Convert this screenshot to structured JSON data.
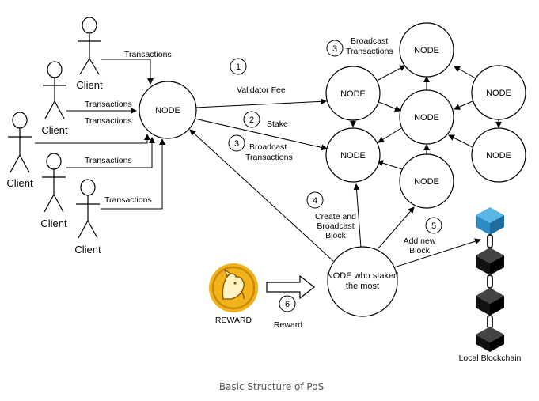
{
  "clients": [
    "Client",
    "Client",
    "Client",
    "Client",
    "Client"
  ],
  "edge_labels": {
    "tx1": "Transactions",
    "tx2": "Transactions",
    "tx3": "Transactions",
    "tx4": "Transactions",
    "tx5": "Transactions"
  },
  "nodes": {
    "main": "NODE",
    "n_top": "NODE",
    "n_left_upper": "NODE",
    "n_mid": "NODE",
    "n_right": "NODE",
    "n_left_lower": "NODE",
    "n_bottom": "NODE",
    "n_bottom_right": "NODE",
    "staker_line1": "NODE who staked",
    "staker_line2": "the most"
  },
  "steps": {
    "s1_num": "1",
    "s1_label": "Validator Fee",
    "s2_num": "2",
    "s2_label": "Stake",
    "s3a_num": "3",
    "s3a_line1": "Broadcast",
    "s3a_line2": "Transactions",
    "s3b_num": "3",
    "s3b_line1": "Broadcast",
    "s3b_line2": "Transactions",
    "s4_num": "4",
    "s4_line1": "Create and",
    "s4_line2": "Broadcast",
    "s4_line3": "Block",
    "s5_num": "5",
    "s5_line1": "Add new",
    "s5_line2": "Block",
    "s6_num": "6",
    "s6_label": "Reward"
  },
  "reward_label": "REWARD",
  "chain_label": "Local Blockchain",
  "caption": "Basic Structure of PoS",
  "colors": {
    "coin": "#f2b21a",
    "coin_dark": "#c98a0a",
    "first_block": "#2b8cc4",
    "blocks": "#111111"
  }
}
